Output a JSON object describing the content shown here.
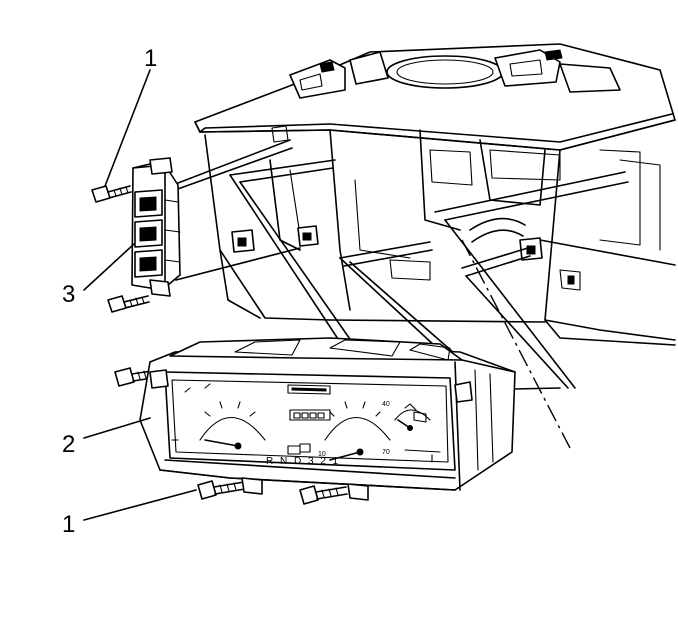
{
  "callouts": {
    "bolt_top": "1",
    "cluster": "2",
    "switch_module": "3",
    "bolt_bottom": "1"
  },
  "gauge_marks": {
    "gear_indicator": "R N D 3 2 1",
    "left_min": "10",
    "right_top": "40",
    "right_low": "70"
  }
}
